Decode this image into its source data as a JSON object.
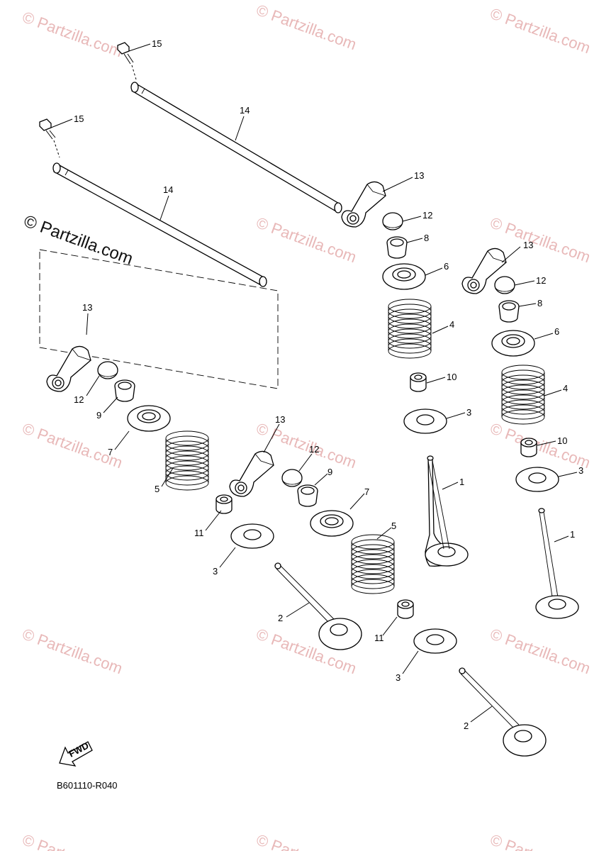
{
  "watermark": {
    "text": "© Partzilla.com",
    "big_text": "© Partzilla.com"
  },
  "callouts": {
    "c15a": "15",
    "c15b": "15",
    "c14a": "14",
    "c14b": "14",
    "c13a": "13",
    "c13b": "13",
    "c13c": "13",
    "c13d": "13",
    "c12a": "12",
    "c12b": "12",
    "c12c": "12",
    "c12d": "12",
    "c8a": "8",
    "c8b": "8",
    "c6a": "6",
    "c6b": "6",
    "c4a": "4",
    "c4b": "4",
    "c10a": "10",
    "c10b": "10",
    "c3a": "3",
    "c3b": "3",
    "c3c": "3",
    "c3d": "3",
    "c1a": "1",
    "c1b": "1",
    "c9a": "9",
    "c9b": "9",
    "c7a": "7",
    "c7b": "7",
    "c5a": "5",
    "c5b": "5",
    "c11a": "11",
    "c11b": "11",
    "c2a": "2",
    "c2b": "2"
  },
  "fwd_label": "FWD",
  "diagram_code": "B601110-R040"
}
